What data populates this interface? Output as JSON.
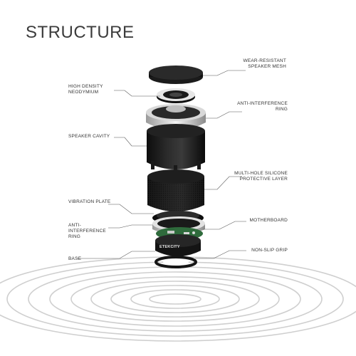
{
  "title": "STRUCTURE",
  "labels": {
    "wear_resistant_mesh": "WEAR-RESISTANT SPEAKER MESH",
    "high_density_neodymium": "HIGH DENSITY NEODYMIUM",
    "anti_interference_ring_top": "ANTI-INTERFERENCE RING",
    "speaker_cavity": "SPEAKER CAVITY",
    "silicone_layer": "MULTI-HOLE SILICONE PROTECTIVE LAYER",
    "vibration_plate": "VIBRATION PLATE",
    "anti_interference_ring_bottom": "ANTI-INTERFERENCE RING",
    "motherboard": "MOTHERBOARD",
    "base": "BASE",
    "non_slip_grip": "NON-SLIP GRIP",
    "brand": "ETEKCITY"
  },
  "colors": {
    "title": "#3c3c3c",
    "label": "#333333",
    "leader": "#555555",
    "speaker_body": "#1a1a1a",
    "ring": "#d8d8d8",
    "pcb": "#2f6b3c",
    "ripple": "#cccccc"
  }
}
